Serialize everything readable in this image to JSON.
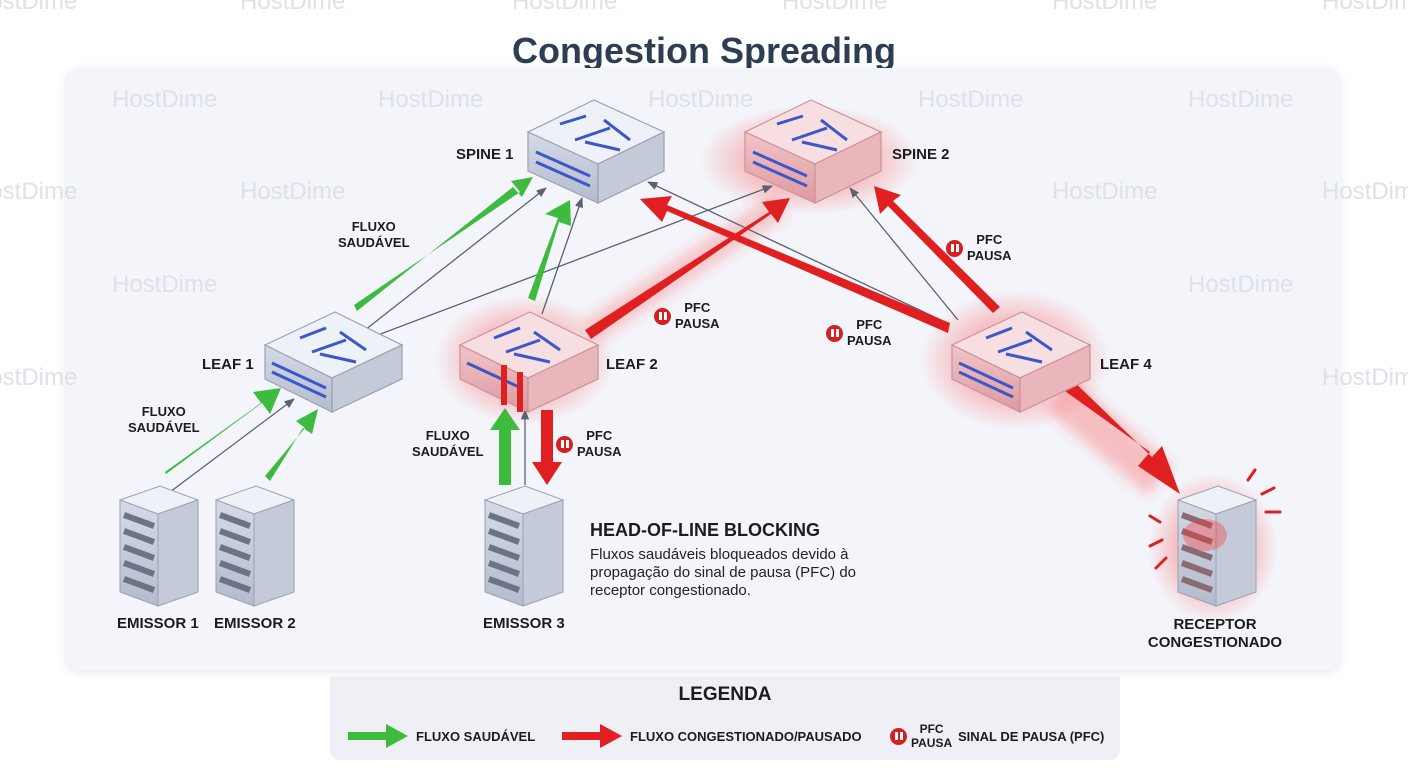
{
  "title": "Congestion Spreading",
  "watermark": "HostDime",
  "nodes": {
    "spine1": "SPINE 1",
    "spine2": "SPINE 2",
    "leaf1": "LEAF 1",
    "leaf2": "LEAF 2",
    "leaf4": "LEAF 4",
    "emissor1": "EMISSOR 1",
    "emissor2": "EMISSOR 2",
    "emissor3": "EMISSOR 3",
    "receptor": "RECEPTOR\nCONGESTIONADO"
  },
  "flow_labels": {
    "fluxo_saudavel": "FLUXO\nSAUDÁVEL",
    "pfc_pausa": "PFC\nPAUSA"
  },
  "hol": {
    "title": "HEAD-OF-LINE BLOCKING",
    "description": "Fluxos saudáveis bloqueados devido à propagação do sinal de pausa (PFC) do receptor congestionado."
  },
  "legend": {
    "title": "LEGENDA",
    "healthy": "FLUXO SAUDÁVEL",
    "congested": "FLUXO CONGESTIONADO/PAUSADO",
    "pause_icon": "PFC\nPAUSA",
    "pause_signal": "SINAL DE PAUSA (PFC)"
  },
  "colors": {
    "healthy": "#3dbb3f",
    "congested": "#e02020",
    "title": "#2e3e52"
  }
}
